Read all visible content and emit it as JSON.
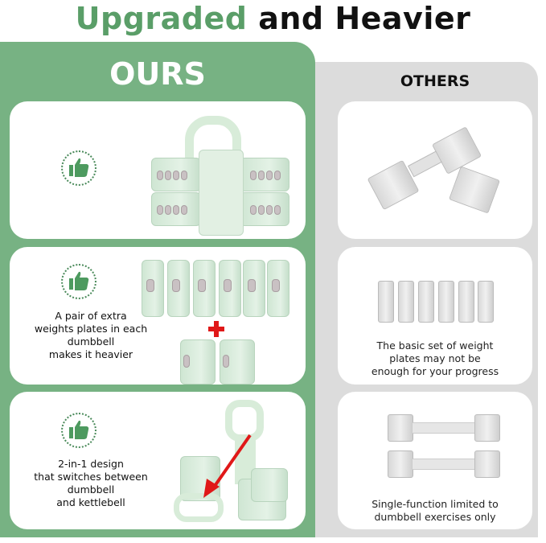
{
  "header": {
    "title_highlight": "Upgraded",
    "title_rest": "and Heavier",
    "accent_color": "#5a9e68"
  },
  "ours": {
    "label": "OURS",
    "panel_color": "#77b283",
    "rows": [
      {
        "icon": "thumbs-up-icon",
        "text": "",
        "image": "convertible-dumbbell-kettlebell"
      },
      {
        "icon": "thumbs-up-icon",
        "text": "A pair of extra weights plates in each dumbbell makes it heavier",
        "lines": [
          "A pair of extra",
          "weights plates in each",
          "dumbbell",
          "makes it heavier"
        ],
        "image": "six-plates-plus-two-extra-plates"
      },
      {
        "icon": "thumbs-up-icon",
        "text": "2-in-1 design that switches between dumbbell and kettlebell",
        "lines": [
          "2-in-1 design",
          "that switches between",
          "dumbbell",
          "and kettlebell"
        ],
        "image": "dumbbell-to-kettlebell-conversion"
      }
    ]
  },
  "others": {
    "label": "OTHERS",
    "panel_color": "#dcdcdc",
    "rows": [
      {
        "text": "",
        "image": "hex-dumbbell-pair"
      },
      {
        "text": "The basic set of weight plates may not be enough for your progress",
        "lines": [
          "The basic set of weight",
          "plates may not be",
          "enough for your progress"
        ],
        "image": "six-basic-plates"
      },
      {
        "text": "Single-function limited to dumbbell exercises only",
        "lines": [
          "Single-function limited to",
          "dumbbell exercises only"
        ],
        "image": "two-dumbbells"
      }
    ]
  }
}
